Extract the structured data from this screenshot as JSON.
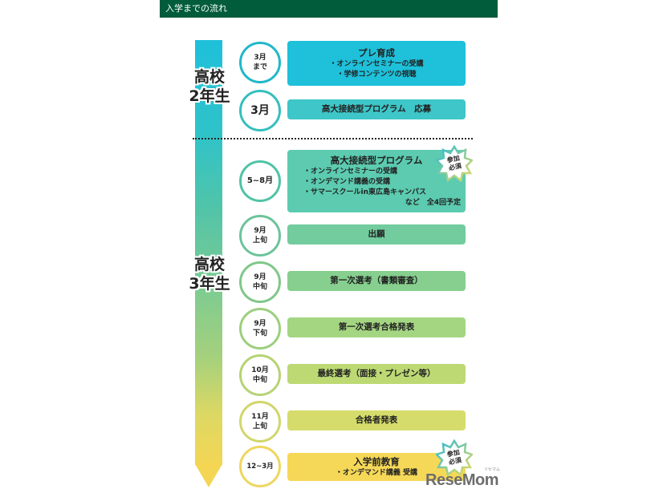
{
  "header": {
    "title": "入学までの流れ"
  },
  "grades": [
    {
      "line1": "高校",
      "line2": "2年生"
    },
    {
      "line1": "高校",
      "line2": "3年生"
    }
  ],
  "timeline": [
    {
      "date_line1": "3月",
      "date_line2": "まで",
      "title": "プレ育成",
      "items": [
        "・オンラインセミナーの受講",
        "・学修コンテンツの視聴"
      ],
      "color": "#1ec0da",
      "circle_color": "#20b8c8"
    },
    {
      "date_line1": "3月",
      "date_line2": "",
      "title": "高大接続型プログラム　応募",
      "items": [],
      "color": "#3ec6c8",
      "circle_color": "#35bfbf"
    },
    {
      "date_line1": "5~8月",
      "date_line2": "",
      "title": "高大接続型プログラム",
      "items": [
        "・オンラインセミナーの受講",
        "・オンデマンド講義の受講",
        "・サマースクールin東広島キャンパス"
      ],
      "footnote": "など　全4回予定",
      "badge": "参加 必須",
      "color": "#5ccbb0",
      "circle_color": "#4fc3a6"
    },
    {
      "date_line1": "9月",
      "date_line2": "上旬",
      "title": "出願",
      "items": [],
      "color": "#72cc9e",
      "circle_color": "#6cc49a"
    },
    {
      "date_line1": "9月",
      "date_line2": "中旬",
      "title": "第一次選考（書類審査）",
      "items": [],
      "color": "#86cf8e",
      "circle_color": "#80c78a"
    },
    {
      "date_line1": "9月",
      "date_line2": "下旬",
      "title": "第一次選考合格発表",
      "items": [],
      "color": "#a4d682",
      "circle_color": "#9ccf7e"
    },
    {
      "date_line1": "10月",
      "date_line2": "中旬",
      "title": "最終選考（面接・プレゼン等）",
      "items": [],
      "color": "#bcd974",
      "circle_color": "#b6d374"
    },
    {
      "date_line1": "11月",
      "date_line2": "上旬",
      "title": "合格者発表",
      "items": [],
      "color": "#d6dc6c",
      "circle_color": "#d2d66c"
    },
    {
      "date_line1": "12~3月",
      "date_line2": "",
      "title": "入学前教育",
      "items": [
        "・オンデマンド講義 受講"
      ],
      "badge": "参加 必須",
      "color": "#f6d858",
      "circle_color": "#efd65e"
    }
  ],
  "badge": {
    "line1": "参加",
    "line2": "必須"
  },
  "watermark": {
    "text": "ReseMom",
    "kana": "リセマム"
  },
  "colors": {
    "header_bg": "#005c3b",
    "bar_top": "#1ec0da",
    "bar_bottom": "#f4d654"
  }
}
